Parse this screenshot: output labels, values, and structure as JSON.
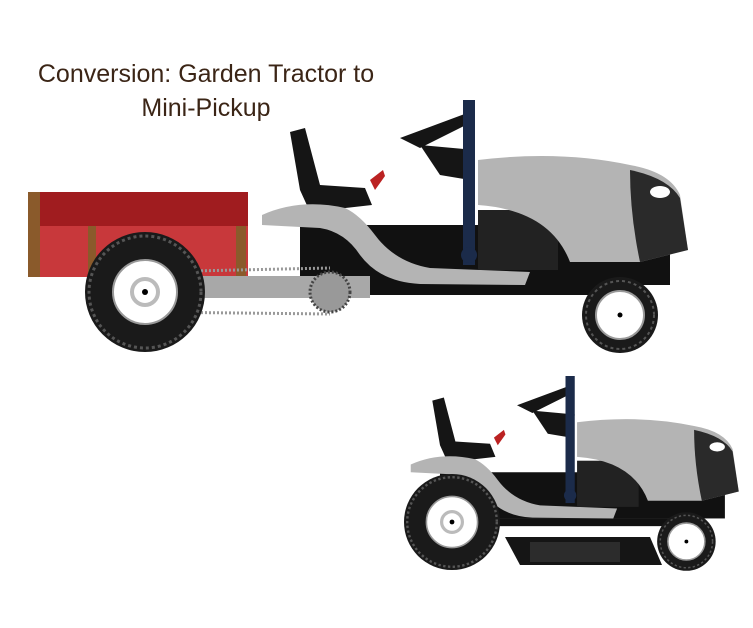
{
  "title": {
    "line1": "Conversion:  Garden Tractor to",
    "line2": "Mini-Pickup"
  },
  "colors": {
    "text": "#3b2516",
    "bed_top": "#a01c1f",
    "bed_bottom": "#c8383b",
    "bed_posts": "#8a5a2b",
    "body_gray": "#b4b4b4",
    "chassis": "#111111",
    "tire": "#1a1a1a",
    "rim": "#ffffff"
  },
  "illustrations": [
    {
      "name": "mini-pickup-conversion",
      "icon": "tractor-with-cargo-bed"
    },
    {
      "name": "original-garden-tractor",
      "icon": "lawn-tractor-with-mower-deck"
    }
  ]
}
